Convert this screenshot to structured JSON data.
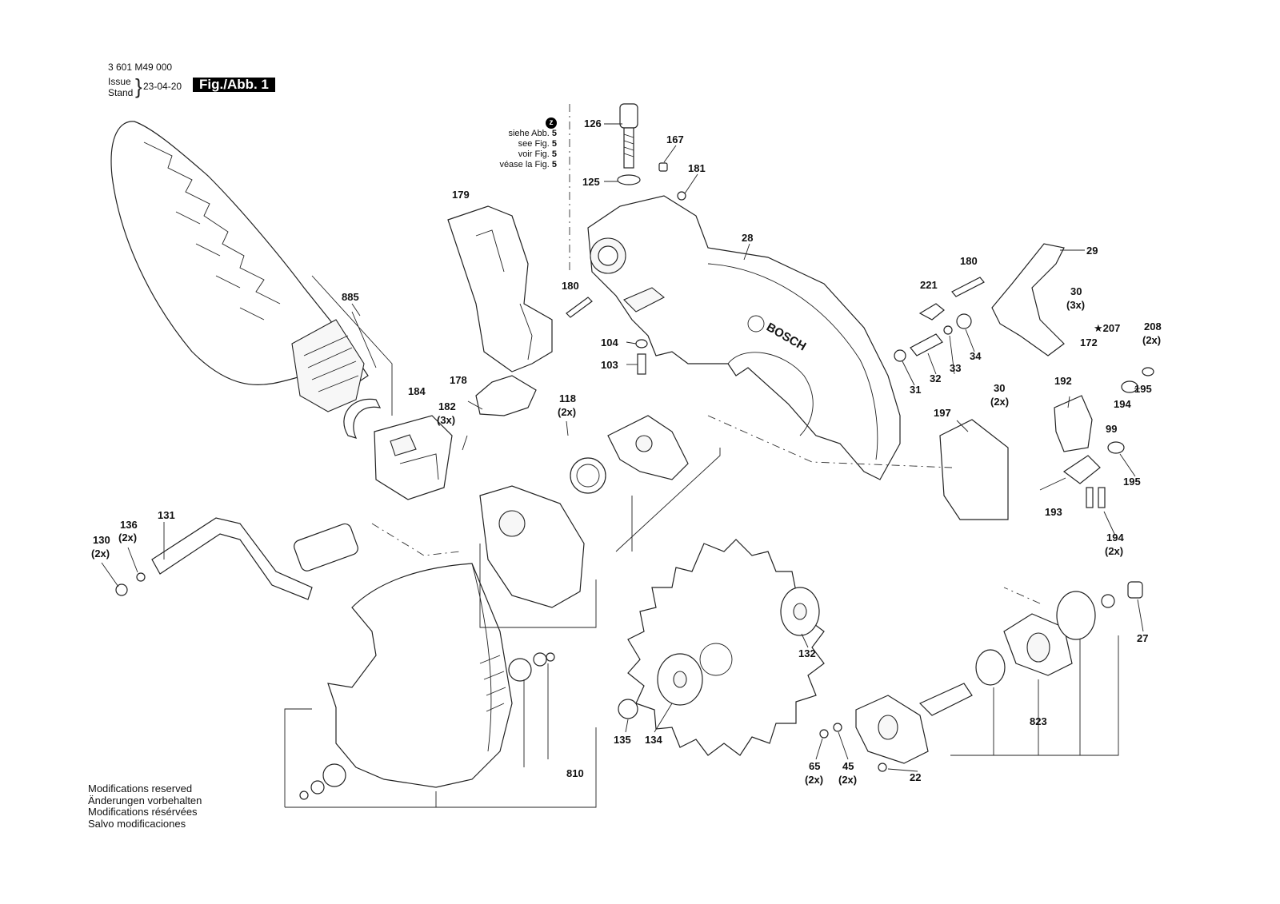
{
  "header": {
    "code": "3 601 M49 000",
    "issue_label": "Issue\nStand",
    "date": "23-04-20",
    "figure": "Fig./Abb. 1"
  },
  "note": {
    "badge": "z",
    "lines": [
      {
        "text": "siehe Abb.",
        "num": "5"
      },
      {
        "text": "see Fig.",
        "num": "5"
      },
      {
        "text": "voir Fig.",
        "num": "5"
      },
      {
        "text": "véase la Fig.",
        "num": "5"
      }
    ]
  },
  "footer": [
    "Modifications reserved",
    "Änderungen vorbehalten",
    "Modifications résérvées",
    "Salvo modificaciones"
  ],
  "callouts": {
    "c126": "126",
    "c167": "167",
    "c125": "125",
    "c181": "181",
    "c179": "179",
    "c28": "28",
    "c885": "885",
    "c180a": "180",
    "c180b": "180",
    "c29": "29",
    "c221": "221",
    "c30a": "30",
    "c30a_qty": "(3x)",
    "c207": "★207",
    "c208": "208",
    "c208_qty": "(2x)",
    "c104": "104",
    "c103": "103",
    "c32": "32",
    "c33": "33",
    "c34": "34",
    "c31": "31",
    "c172": "172",
    "c184": "184",
    "c178": "178",
    "c182": "182",
    "c182_qty": "(3x)",
    "c118": "118",
    "c118_qty": "(2x)",
    "c197": "197",
    "c30b": "30",
    "c30b_qty": "(2x)",
    "c192": "192",
    "c195a": "195",
    "c194a": "194",
    "c99": "99",
    "c195b": "195",
    "c193": "193",
    "c194b": "194",
    "c194b_qty": "(2x)",
    "c131": "131",
    "c136": "136",
    "c136_qty": "(2x)",
    "c130": "130",
    "c130_qty": "(2x)",
    "c27": "27",
    "c132": "132",
    "c823": "823",
    "c135": "135",
    "c134": "134",
    "c810": "810",
    "c65": "65",
    "c65_qty": "(2x)",
    "c45": "45",
    "c45_qty": "(2x)",
    "c22": "22"
  },
  "logo_text": "BOSCH"
}
